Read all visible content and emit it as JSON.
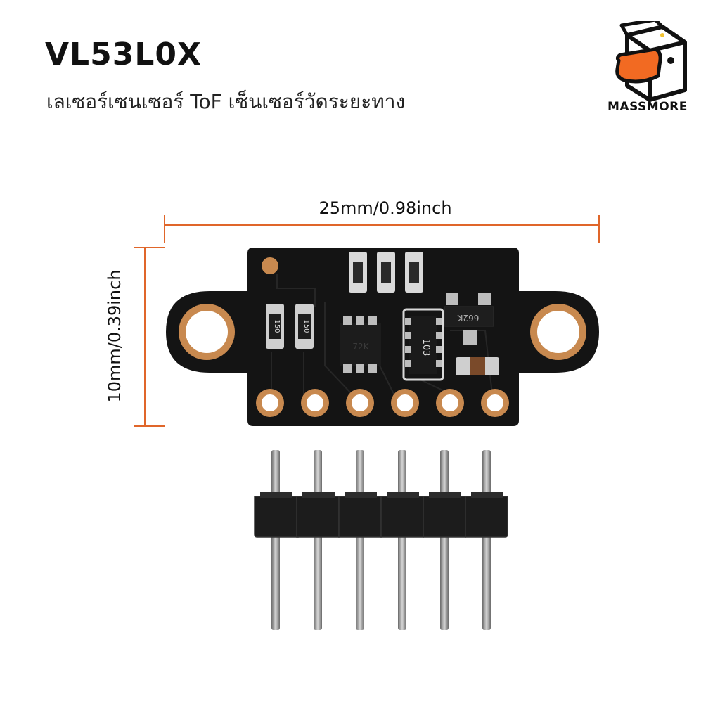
{
  "title": "VL53L0X",
  "subtitle": "เลเซอร์เซนเซอร์ ToF เซ็นเซอร์วัดระยะทาง",
  "brand": {
    "name": "MASSMORE",
    "accent_color": "#f26a22"
  },
  "dimensions": {
    "width_label": "25mm/0.98inch",
    "height_label": "10mm/0.39inch",
    "line_color": "#e0662a"
  },
  "components": {
    "resistor_1": "150",
    "resistor_2": "150",
    "chip_1": "72K",
    "resistor_network": "103",
    "regulator": "662K"
  },
  "board_color": "#141414",
  "pad_color": "#c8894f",
  "pin_count": 6
}
